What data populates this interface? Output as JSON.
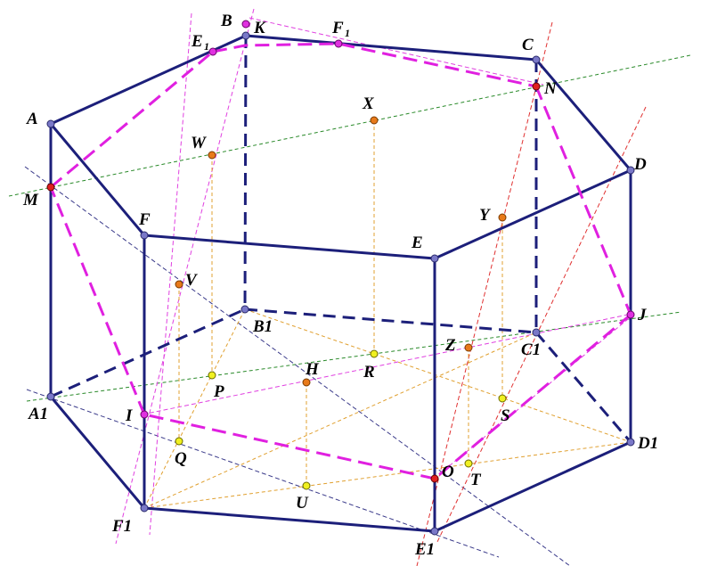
{
  "colors": {
    "solid_edge": "#1c1f7a",
    "dashed_edge": "#1c1f7a",
    "section": "#e020e0",
    "thin_magenta": "#e040e0",
    "red_line": "#e03030",
    "green_line": "#2a8a2a",
    "navy_thin": "#3a3a8a",
    "orange_line": "#e0a030",
    "vertex_blue": "#7a78c8",
    "point_orange": "#e87a1a",
    "point_yellow": "#f0f020",
    "point_magenta": "#e030e0",
    "point_red": "#e02020"
  },
  "labels": {
    "A": "A",
    "B": "B",
    "K": "K",
    "E1s": "E",
    "E1s_sub": "1",
    "F1s": "F",
    "F1s_sub": "1",
    "C": "C",
    "N": "N",
    "D": "D",
    "X": "X",
    "W": "W",
    "M": "M",
    "F": "F",
    "E": "E",
    "Y": "Y",
    "V": "V",
    "B1": "B1",
    "J": "J",
    "Z": "Z",
    "C1": "C1",
    "H": "H",
    "R": "R",
    "P": "P",
    "A1": "A1",
    "S": "S",
    "I": "I",
    "Q": "Q",
    "D1": "D1",
    "O": "O",
    "T": "T",
    "U": "U",
    "F1": "F1",
    "E1": "E1"
  }
}
